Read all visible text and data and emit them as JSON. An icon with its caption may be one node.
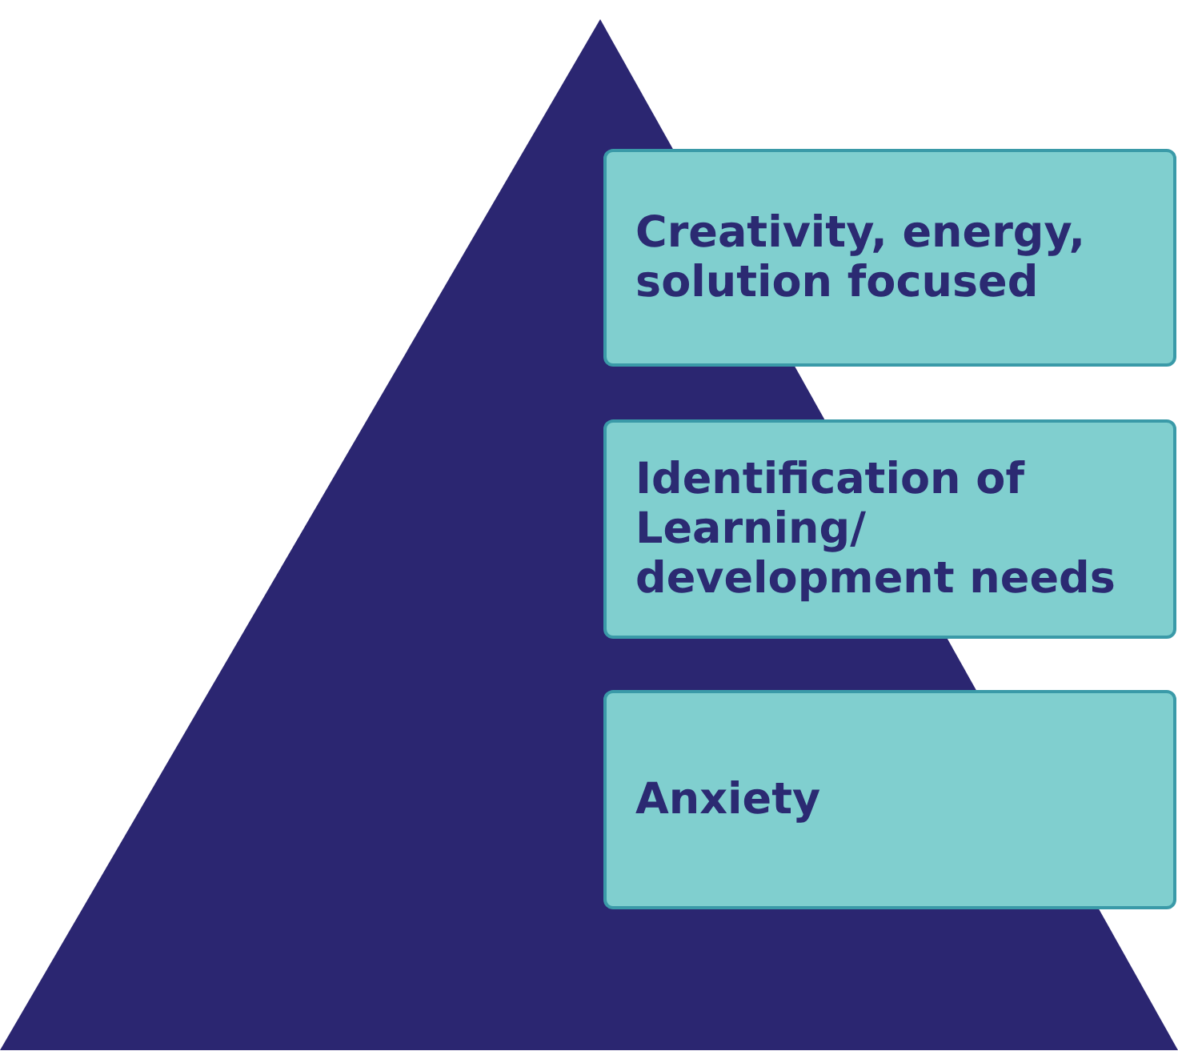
{
  "diagram": {
    "nodes": [
      {
        "text": [
          "Creativity, energy, solution focused"
        ]
      },
      {
        "text": [
          "Identification of Learning/ development needs"
        ]
      },
      {
        "text": [
          "Anxiety"
        ]
      }
    ]
  }
}
